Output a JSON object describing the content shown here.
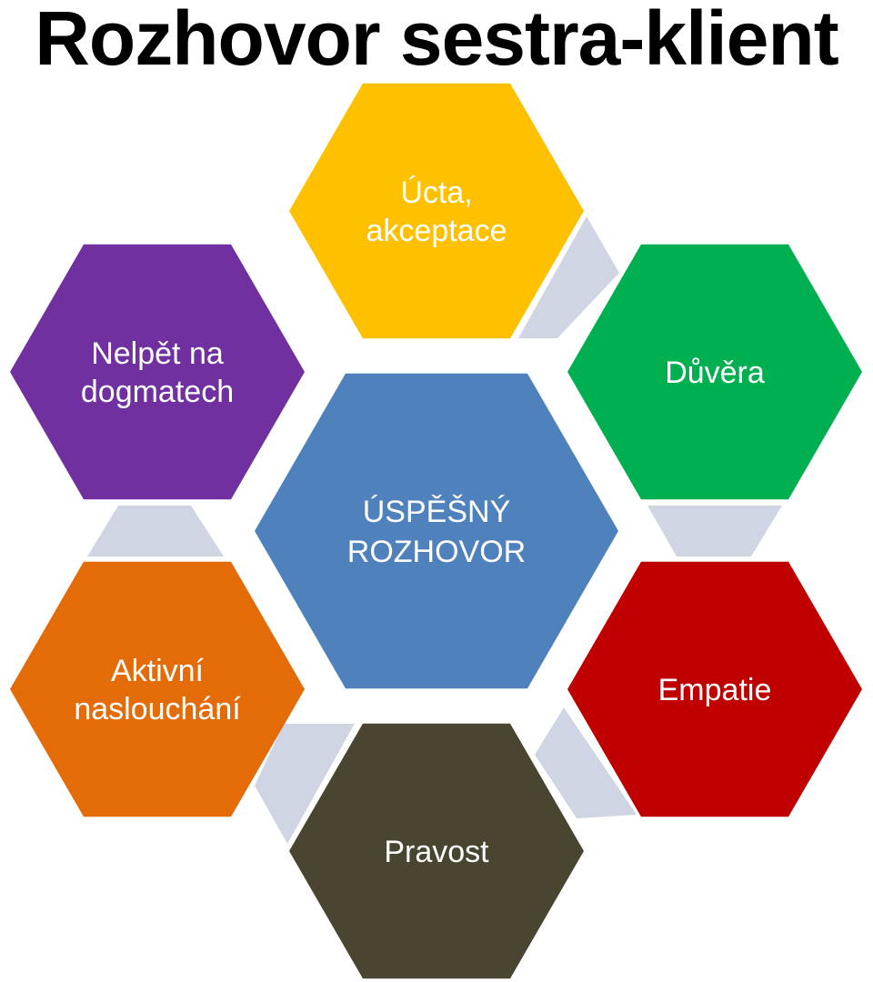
{
  "title": "Rozhovor sestra-klient",
  "center": {
    "lines": [
      "ÚSPĚŠNÝ",
      "ROZHOVOR"
    ]
  },
  "hexagons": [
    {
      "id": "ucta",
      "lines": [
        "Úcta,",
        "akceptace"
      ],
      "color": "#FFC000"
    },
    {
      "id": "duvera",
      "lines": [
        "Důvěra"
      ],
      "color": "#00B050"
    },
    {
      "id": "empatie",
      "lines": [
        "Empatie"
      ],
      "color": "#C00000"
    },
    {
      "id": "pravost",
      "lines": [
        "Pravost"
      ],
      "color": "#4A4530"
    },
    {
      "id": "aktivni",
      "lines": [
        "Aktivní",
        "naslouchání"
      ],
      "color": "#E36C09"
    },
    {
      "id": "nelpet",
      "lines": [
        "Nelpět na",
        "dogmatech"
      ],
      "color": "#7030A0"
    }
  ],
  "colors": {
    "center": "#4F81BD",
    "connector": "#D0D5E3",
    "title": "#000000"
  }
}
